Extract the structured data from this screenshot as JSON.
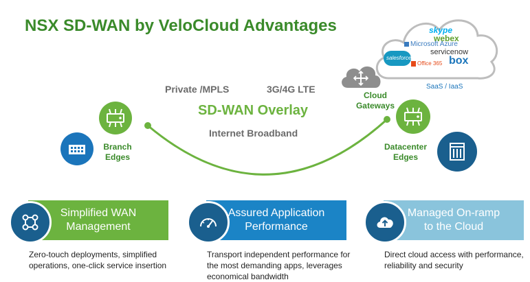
{
  "title": "NSX SD-WAN by VeloCloud Advantages",
  "transport": {
    "mpls": "Private /MPLS",
    "lte": "3G/4G LTE",
    "overlay": "SD-WAN Overlay",
    "broadband": "Internet Broadband"
  },
  "nodes": {
    "branch": "Branch\nEdges",
    "datacenter": "Datacenter\nEdges",
    "cloud_gateways": "Cloud\nGateways",
    "saas": "SaaS / IaaS"
  },
  "cloud_apps": {
    "skype": "skype",
    "webex": "webex",
    "azure": "Microsoft Azure",
    "servicenow": "servicenow",
    "salesforce": "salesforce",
    "office365": "Office 365",
    "box": "box"
  },
  "advantages": [
    {
      "title": "Simplified WAN\nManagement",
      "description": "Zero-touch deployments, simplified operations, one-click service insertion",
      "icon": "network-nodes-icon",
      "color": "#6cb33f"
    },
    {
      "title": "Assured Application\nPerformance",
      "description": "Transport independent performance for the most demanding apps, leverages economical bandwidth",
      "icon": "speedometer-icon",
      "color": "#1b84c6"
    },
    {
      "title": "Managed On-ramp\nto the Cloud",
      "description": "Direct cloud access with performance, reliability and security",
      "icon": "cloud-upload-icon",
      "color": "#8ac4dc"
    }
  ],
  "colors": {
    "green": "#6cb33f",
    "dark_green": "#3a8a2a",
    "blue": "#1b75bb",
    "light_blue": "#8ac4dc",
    "gray": "#6b6b6b"
  }
}
